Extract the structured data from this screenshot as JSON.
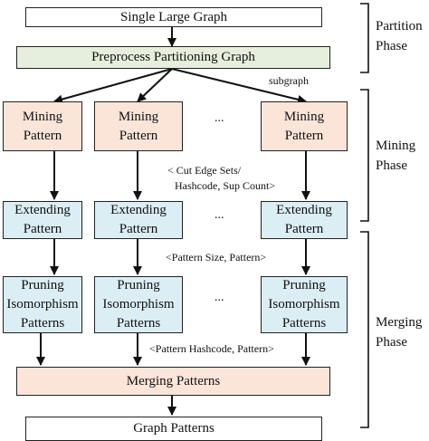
{
  "nodes": {
    "single_graph": "Single Large Graph",
    "preprocess": "Preprocess Partitioning Graph",
    "mining": [
      "Mining",
      "Pattern"
    ],
    "extending": [
      "Extending",
      "Pattern"
    ],
    "pruning": [
      "Pruning",
      "Isomorphism",
      "Patterns"
    ],
    "merging": "Merging Patterns",
    "graph_patterns": "Graph Patterns",
    "ellipsis": "..."
  },
  "edge_labels": {
    "subgraph": "subgraph",
    "cut_edge_1": "< Cut Edge Sets/",
    "cut_edge_2": "Hashcode, Sup Count>",
    "pattern_size": "<Pattern Size, Pattern>",
    "pattern_hashcode": "<Pattern Hashcode, Pattern>"
  },
  "phases": {
    "partition": [
      "Partition",
      "Phase"
    ],
    "mining": [
      "Mining",
      "Phase"
    ],
    "merging": [
      "Merging",
      "Phase"
    ]
  },
  "colors": {
    "green_fill": "#e6efdc",
    "pink_fill": "#fbe5d9",
    "blue_fill": "#dbeef4",
    "stroke": "#222222"
  }
}
